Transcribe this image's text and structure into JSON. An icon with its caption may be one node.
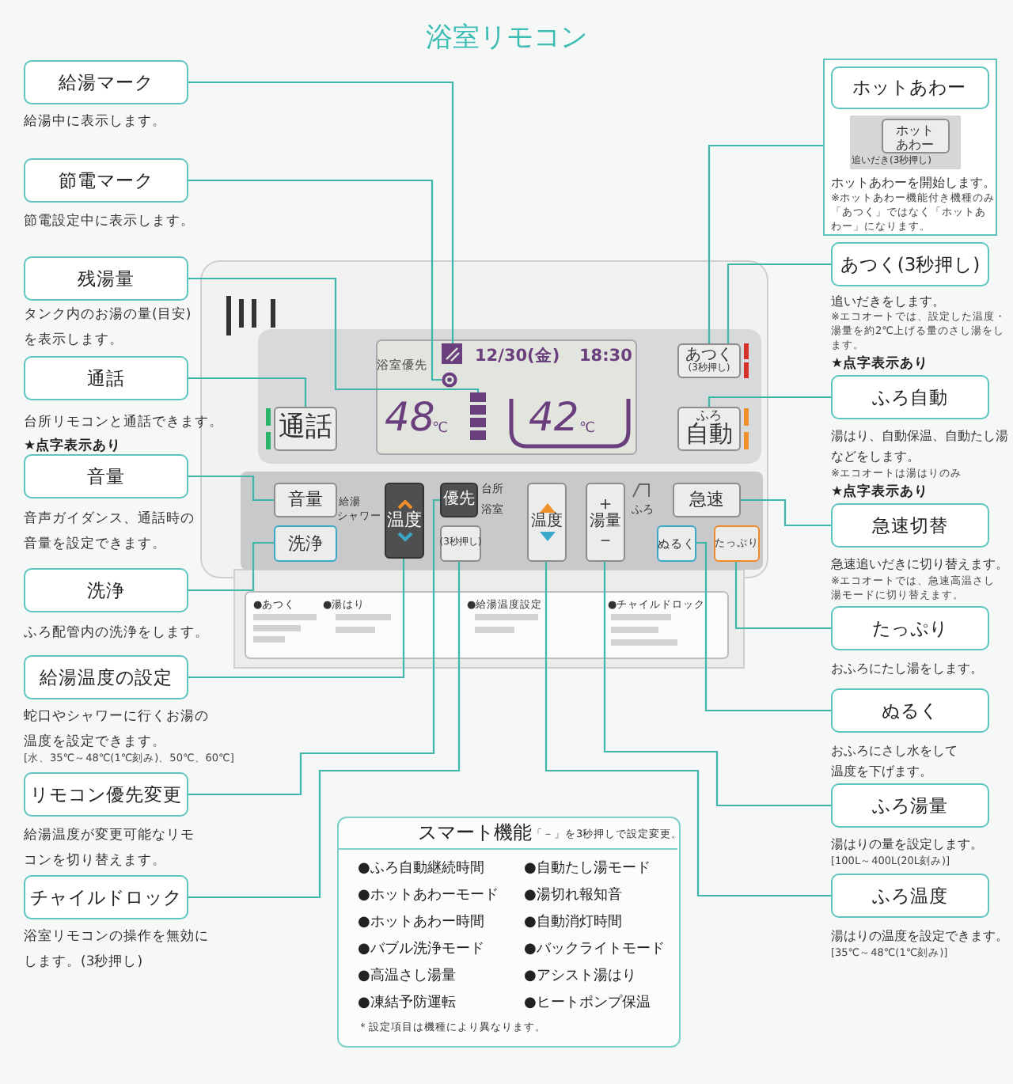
{
  "diagram": {
    "title": "浴室リモコン",
    "nodes": [
      {
        "text": [
          "給湯マーク"
        ],
        "beside": [
          "給湯中に表示します。"
        ]
      },
      {
        "text": [
          "節電マーク"
        ],
        "beside": [
          "節電設定中に表示します。"
        ]
      },
      {
        "text": [
          "残湯量"
        ],
        "beside": [
          "タンク内のお湯の量(目安)を表示します。"
        ]
      },
      {
        "text": [
          "通話"
        ],
        "beside": [
          "台所リモコンと通話できます。",
          "★点字表示あり"
        ]
      },
      {
        "text": [
          "音量"
        ],
        "beside": [
          "音声ガイダンス、通話時の音量を設定できます。"
        ]
      },
      {
        "text": [
          "洗浄"
        ],
        "beside": [
          "ふろ配管内の洗浄をします。"
        ]
      },
      {
        "text": [
          "給湯温度の設定"
        ],
        "beside": [
          "蛇口やシャワーに行くお湯の温度を設定できます。",
          "[水、35℃～48℃(1℃刻み)、50℃、60℃]"
        ]
      },
      {
        "text": [
          "リモコン優先変更"
        ],
        "beside": [
          "給湯温度が変更可能なリモコンを切り替えます。"
        ]
      },
      {
        "text": [
          "チャイルドロック"
        ],
        "beside": [
          "浴室リモコンの操作を無効にします。(3秒押し)"
        ]
      },
      {
        "text": [
          "ホットあわーを開始します。",
          "※ホットあわー機能付き機種のみ「あつく」ではなく「ホットあわー」になります。"
        ]
      },
      {
        "text": [
          "ホットあわー"
        ],
        "in": 9
      },
      {
        "text": [
          "ホット",
          "あわー"
        ],
        "in": 9,
        "beside": [
          "追いだき(3秒押し)"
        ]
      },
      {
        "text": [
          "あつく(3秒押し)"
        ],
        "beside": [
          "追いだきをします。",
          "※エコオートでは、設定した温度・湯量を約2℃上げる量のさし湯をします。",
          "★点字表示あり"
        ]
      },
      {
        "text": [
          "ふろ自動"
        ],
        "beside": [
          "湯はり、自動保温、自動たし湯などをします。",
          "※エコオートは湯はりのみ",
          "★点字表示あり"
        ]
      },
      {
        "text": [
          "急速切替"
        ],
        "beside": [
          "急速追いだきに切り替えます。",
          "※エコオートでは、急速高温さし湯モードに切り替えます。"
        ]
      },
      {
        "text": [
          "たっぷり"
        ],
        "beside": [
          "おふろにたし湯をします。"
        ]
      },
      {
        "text": [
          "ぬるく"
        ],
        "beside": [
          "おふろにさし水をして温度を下げます。"
        ]
      },
      {
        "text": [
          "ふろ湯量"
        ],
        "beside": [
          "湯はりの量を設定します。",
          "[100L～400L(20L刻み)]"
        ]
      },
      {
        "text": [
          "ふろ温度"
        ],
        "beside": [
          "湯はりの温度を設定できます。",
          "[35℃～48℃(1℃刻み)]"
        ]
      },
      {
        "text": [
          "スマート機能",
          "「－」を3秒押しで設定変更。",
          "●ふろ自動継続時間",
          "●自動たし湯モード",
          "●ホットあわーモード",
          "●湯切れ報知音",
          "●ホットあわー時間",
          "●自動消灯時間",
          "●バブル洗浄モード",
          "●バックライトモード",
          "●高温さし湯量",
          "●アシスト湯はり",
          "●凍結予防運転",
          "●ヒートポンプ保温",
          "＊設定項目は機種により異なります。"
        ]
      },
      {
        "text": [],
        "shape": "picture"
      },
      {
        "text": [],
        "shape": "circle"
      },
      {
        "text": [],
        "shape": "bar"
      },
      {
        "text": [
          "通話"
        ]
      },
      {
        "text": [
          "音量"
        ]
      },
      {
        "text": [
          "洗浄"
        ]
      },
      {
        "text": [
          "温度"
        ]
      },
      {
        "text": [
          "優先"
        ]
      },
      {
        "text": [
          "(3秒押し)"
        ]
      },
      {
        "text": [
          "あつく",
          "(3秒押し)"
        ]
      },
      {
        "text": [
          "ふろ",
          "自動"
        ]
      },
      {
        "text": [
          "急速"
        ]
      },
      {
        "text": [
          "ぬるく"
        ]
      },
      {
        "text": [
          "たっぷり"
        ]
      },
      {
        "text": [
          "温度"
        ]
      },
      {
        "text": [
          "＋",
          "湯量",
          "－"
        ]
      }
    ],
    "edges": [
      {
        "from": 0,
        "to": 20,
        "arrow": "none"
      },
      {
        "from": 1,
        "to": 21,
        "arrow": "none"
      },
      {
        "from": 2,
        "to": 22,
        "arrow": "none"
      },
      {
        "from": 3,
        "to": 23,
        "arrow": "none"
      },
      {
        "from": 4,
        "to": 24,
        "arrow": "none"
      },
      {
        "from": 5,
        "to": 25,
        "arrow": "none"
      },
      {
        "from": 6,
        "to": 26,
        "arrow": "none"
      },
      {
        "from": 7,
        "to": 27,
        "arrow": "none"
      },
      {
        "from": 8,
        "to": 28,
        "arrow": "none"
      },
      {
        "from": 9,
        "to": 29,
        "arrow": "none"
      },
      {
        "from": 12,
        "to": 29,
        "arrow": "none"
      },
      {
        "from": 13,
        "to": 30,
        "arrow": "none"
      },
      {
        "from": 14,
        "to": 31,
        "arrow": "none"
      },
      {
        "from": 15,
        "to": 33,
        "arrow": "none"
      },
      {
        "from": 16,
        "to": 32,
        "arrow": "none"
      },
      {
        "from": 17,
        "to": 35,
        "arrow": "none"
      },
      {
        "from": 18,
        "to": 34,
        "arrow": "none"
      }
    ],
    "labels": [
      "浴室優先",
      "12/30(金)",
      "18:30",
      "48",
      "℃",
      "42",
      "℃",
      "給湯",
      "シャワー",
      "台所",
      "浴室",
      "ふろ",
      "●あつく",
      "●湯はり",
      "●給湯温度設定",
      "●チャイルドロック"
    ]
  }
}
